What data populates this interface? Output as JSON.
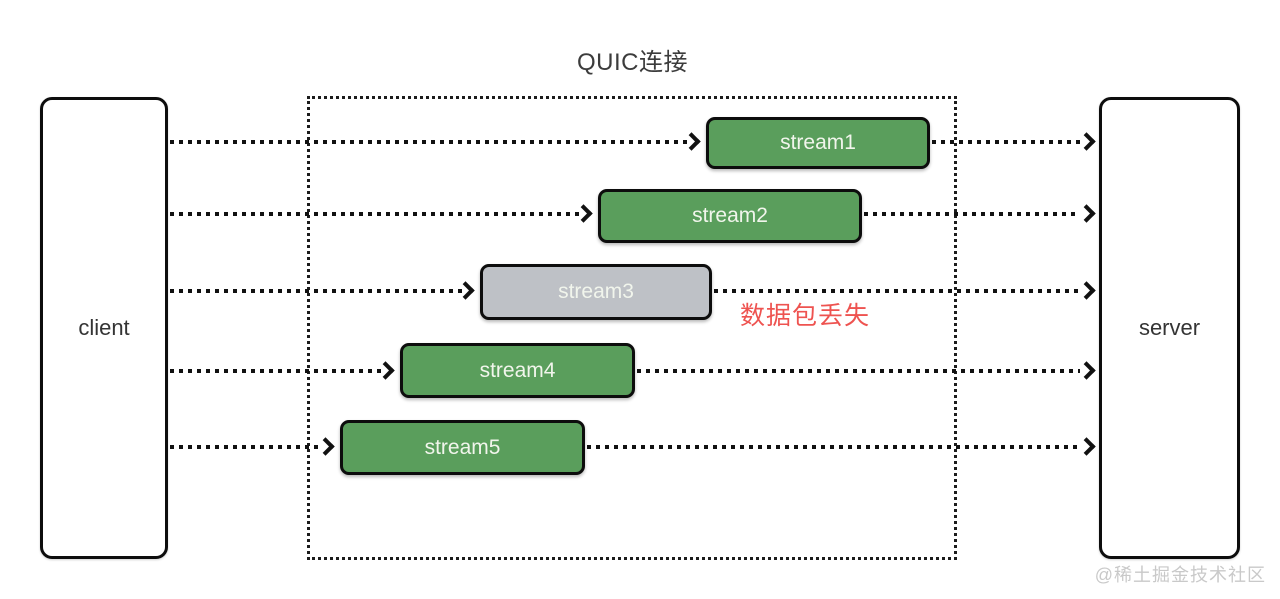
{
  "title": "QUIC连接",
  "nodes": {
    "client": "client",
    "server": "server"
  },
  "streams": [
    {
      "label": "stream1",
      "state": "ok"
    },
    {
      "label": "stream2",
      "state": "ok"
    },
    {
      "label": "stream3",
      "state": "lost"
    },
    {
      "label": "stream4",
      "state": "ok"
    },
    {
      "label": "stream5",
      "state": "ok"
    }
  ],
  "annotation": {
    "text": "数据包丢失",
    "color": "#ee5350"
  },
  "colors": {
    "stream_ok": "#5a9e5c",
    "stream_lost": "#bec1c6",
    "line": "#111111",
    "annotation_red": "#ee5350",
    "watermark_gray": "#c9c9c9"
  },
  "watermark": "@稀土掘金技术社区"
}
